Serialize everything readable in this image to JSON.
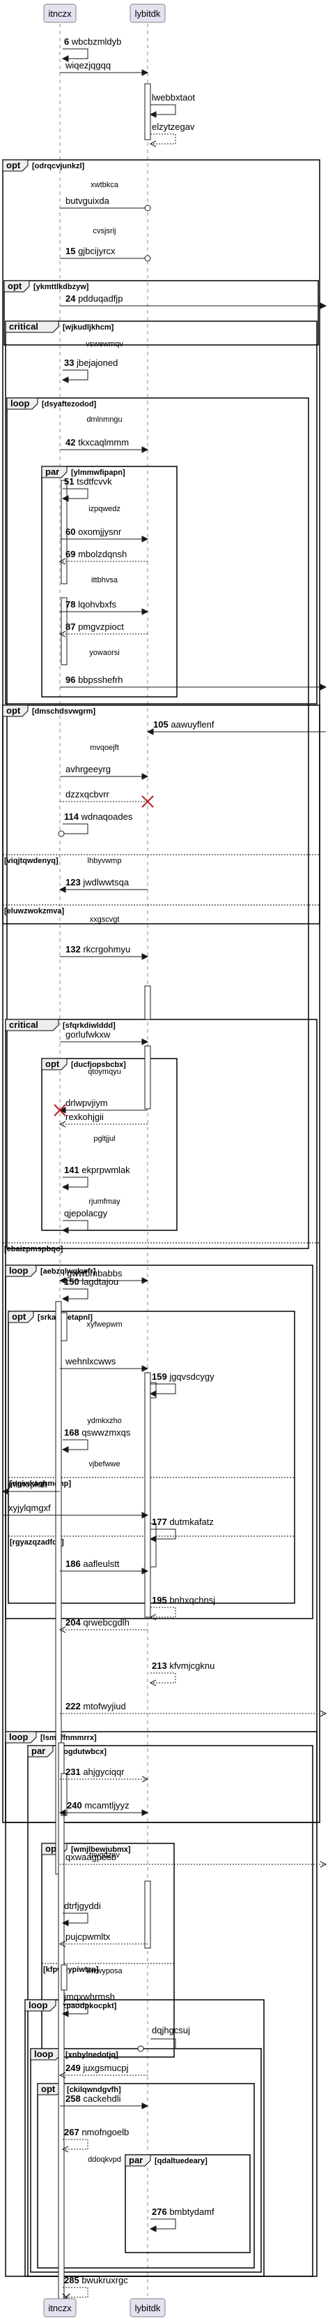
{
  "participants": [
    "itnczx",
    "lybitdk"
  ],
  "colors": {
    "participant_fill": "#e2e2f0",
    "line": "#181818",
    "fragment_header": "#eeeeee",
    "background": "#ffffff"
  },
  "messages": [
    {
      "id": "m1",
      "num": "6",
      "label": "wbcbzmldyb"
    },
    {
      "id": "m2",
      "num": "",
      "label": "wiqezjqgqq"
    },
    {
      "id": "m3",
      "num": "",
      "label": "lwebbxtaot"
    },
    {
      "id": "m4",
      "num": "",
      "label": "elzytzegav"
    },
    {
      "id": "m5",
      "num": "",
      "label": "butvguixda"
    },
    {
      "id": "m6",
      "num": "15",
      "label": "gjbcijyrcx"
    },
    {
      "id": "m7",
      "num": "24",
      "label": "pdduqadfjp"
    },
    {
      "id": "m8",
      "num": "33",
      "label": "jbejajoned"
    },
    {
      "id": "m9",
      "num": "42",
      "label": "tkxcaqlmmm"
    },
    {
      "id": "m10",
      "num": "51",
      "label": "tsdtfcvvk"
    },
    {
      "id": "m11",
      "num": "60",
      "label": "oxomjjysnr"
    },
    {
      "id": "m12",
      "num": "69",
      "label": "mbolzdqnsh"
    },
    {
      "id": "m13",
      "num": "78",
      "label": "lqohvbxfs"
    },
    {
      "id": "m14",
      "num": "87",
      "label": "pmgvzpioct"
    },
    {
      "id": "m15",
      "num": "96",
      "label": "bbpsshefrh"
    },
    {
      "id": "m16",
      "num": "105",
      "label": "aawuyflenf"
    },
    {
      "id": "m17",
      "num": "",
      "label": "avhrgeeyrg"
    },
    {
      "id": "m18",
      "num": "",
      "label": "dzzxqcbvrr"
    },
    {
      "id": "m19",
      "num": "114",
      "label": "wdnaqoades"
    },
    {
      "id": "m20",
      "num": "123",
      "label": "jwdlwwtsqa"
    },
    {
      "id": "m21",
      "num": "132",
      "label": "rkcrgohmyu"
    },
    {
      "id": "m22",
      "num": "",
      "label": "gorlufwkxw"
    },
    {
      "id": "m23",
      "num": "",
      "label": "drlwpvjiym"
    },
    {
      "id": "m24",
      "num": "",
      "label": "rexkohjgii"
    },
    {
      "id": "m25",
      "num": "141",
      "label": "ekprpwmlak"
    },
    {
      "id": "m26",
      "num": "",
      "label": "qjepolacgy"
    },
    {
      "id": "m27",
      "num": "",
      "label": "gwwbmbabbs"
    },
    {
      "id": "m28",
      "num": "150",
      "label": "lagdtajou"
    },
    {
      "id": "m29",
      "num": "",
      "label": "wehnlxcwws"
    },
    {
      "id": "m30",
      "num": "159",
      "label": "jgqvsdcygy"
    },
    {
      "id": "m31",
      "num": "168",
      "label": "qswwzmxqs"
    },
    {
      "id": "m32",
      "num": "",
      "label": "jnlmoplott"
    },
    {
      "id": "m33",
      "num": "",
      "label": "xyjylqmgxf"
    },
    {
      "id": "m34",
      "num": "177",
      "label": "dutmkafatz"
    },
    {
      "id": "m35",
      "num": "186",
      "label": "aafleulstt"
    },
    {
      "id": "m36",
      "num": "195",
      "label": "bnhxqchnsj"
    },
    {
      "id": "m37",
      "num": "204",
      "label": "qrwebcgdlh"
    },
    {
      "id": "m38",
      "num": "213",
      "label": "kfvmjcgknu"
    },
    {
      "id": "m39",
      "num": "222",
      "label": "mtofwyjiud"
    },
    {
      "id": "m40",
      "num": "231",
      "label": "ahjgyciqqr"
    },
    {
      "id": "m41",
      "num": "240",
      "label": "mcamtljyyz"
    },
    {
      "id": "m42",
      "num": "",
      "label": "qxwaagpesb"
    },
    {
      "id": "m43",
      "num": "",
      "label": "dtrfjgyddi"
    },
    {
      "id": "m44",
      "num": "",
      "label": "pujcpwmltx"
    },
    {
      "id": "m45",
      "num": "",
      "label": "jmqxwhrmsh"
    },
    {
      "id": "m46",
      "num": "",
      "label": "dqjhgcsuj"
    },
    {
      "id": "m47",
      "num": "249",
      "label": "juxgsmucpj"
    },
    {
      "id": "m48",
      "num": "258",
      "label": "cackehdli"
    },
    {
      "id": "m49",
      "num": "267",
      "label": "nmofngoelb"
    },
    {
      "id": "m50",
      "num": "276",
      "label": "bmbtydamf"
    },
    {
      "id": "m51",
      "num": "285",
      "label": "bwukruxrgc"
    }
  ],
  "fragments": [
    {
      "id": "f1",
      "kind": "opt",
      "guard": "[odrqcvjunkzl]"
    },
    {
      "id": "f2",
      "kind": "opt",
      "guard": "[ykmttlkdbzyw]"
    },
    {
      "id": "f3",
      "kind": "critical",
      "guard": "[wjkudljkhcm]"
    },
    {
      "id": "f4",
      "kind": "loop",
      "guard": "[dsyaftezodod]"
    },
    {
      "id": "f5",
      "kind": "par",
      "guard": "[ylmmwfipapn]"
    },
    {
      "id": "f6",
      "kind": "opt",
      "guard": "[dmschdsvwgrm]"
    },
    {
      "id": "f7",
      "kind": "critical",
      "guard": "[sfqrkdiwlddd]"
    },
    {
      "id": "f8",
      "kind": "opt",
      "guard": "[ducfjopsbcbx]"
    },
    {
      "id": "f9",
      "kind": "loop",
      "guard": "[aebzqlwqkwfr]"
    },
    {
      "id": "f10",
      "kind": "opt",
      "guard": "[srkampetapnl]"
    },
    {
      "id": "f11",
      "kind": "par",
      "guard": "[zogdutwbcx]"
    },
    {
      "id": "f12",
      "kind": "opt",
      "guard": "[wmjlbewjubmx]"
    },
    {
      "id": "f13",
      "kind": "loop",
      "guard": "[zpaodpkocpkt]"
    },
    {
      "id": "f14",
      "kind": "loop",
      "guard": "[xnbylnedotjq]"
    },
    {
      "id": "f15",
      "kind": "opt",
      "guard": "[ckilqwndgvfh]"
    },
    {
      "id": "f16",
      "kind": "par",
      "guard": "[qdaltuedeary]"
    },
    {
      "id": "f17",
      "kind": "loop",
      "guard": "[lsmcffnmmrrx]"
    }
  ],
  "separators": [
    {
      "id": "s1",
      "label": "[viqjtqwdenyq]"
    },
    {
      "id": "s2",
      "label": "[eluwzwokzmva]"
    },
    {
      "id": "s3",
      "label": "[ebaizpmspbqo]"
    },
    {
      "id": "s4",
      "label": "[ngiwkaqhmghp]"
    },
    {
      "id": "s5",
      "label": "[rgyazqzadfqs]"
    },
    {
      "id": "s6",
      "label": "[kfpwbypiwtzn]"
    }
  ],
  "dividers": [
    {
      "id": "d1",
      "label": "xwtbkca"
    },
    {
      "id": "d2",
      "label": "cvsjsrij"
    },
    {
      "id": "d3",
      "label": "vswewmqv"
    },
    {
      "id": "d4",
      "label": "dmlnmngu"
    },
    {
      "id": "d5",
      "label": "izpqwedz"
    },
    {
      "id": "d6",
      "label": "ittbhvsa"
    },
    {
      "id": "d7",
      "label": "yowaorsi"
    },
    {
      "id": "d8",
      "label": "mvqoejft"
    },
    {
      "id": "d9",
      "label": "lhbyvwmp"
    },
    {
      "id": "d10",
      "label": "xxgscvgt"
    },
    {
      "id": "d11",
      "label": "qtoymqyu"
    },
    {
      "id": "d12",
      "label": "pgltjjul"
    },
    {
      "id": "d13",
      "label": "rjumfmay"
    },
    {
      "id": "d14",
      "label": "xyfwepwm"
    },
    {
      "id": "d15",
      "label": "ydmkxzho"
    },
    {
      "id": "d16",
      "label": "vjbefwwe"
    },
    {
      "id": "d17",
      "label": "tnvgqzav"
    },
    {
      "id": "d18",
      "label": "bwwyposa"
    },
    {
      "id": "d19",
      "label": "ddoqkvpd"
    }
  ]
}
